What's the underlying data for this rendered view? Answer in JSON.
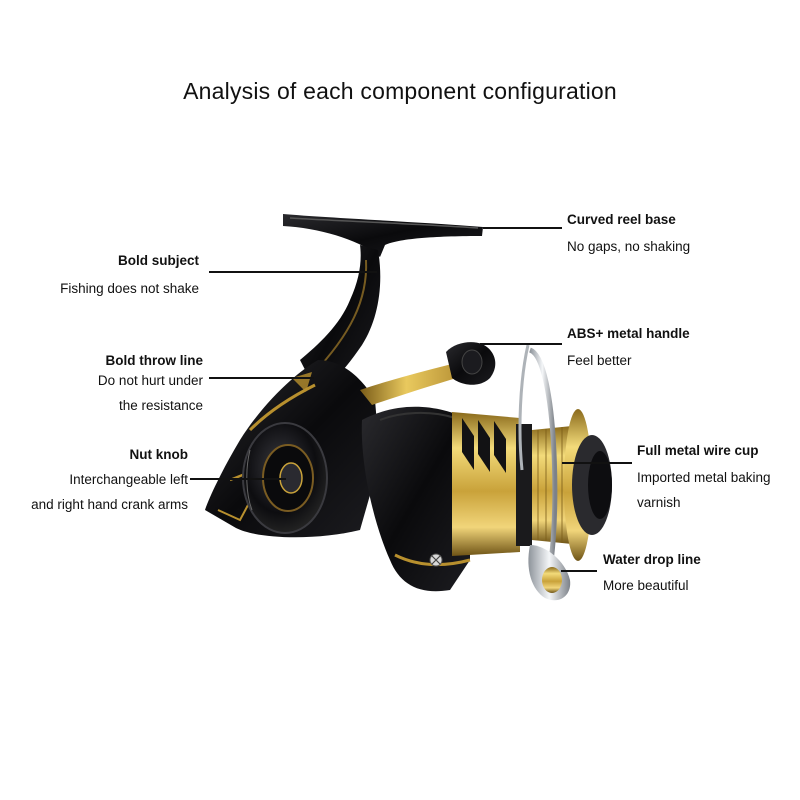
{
  "title": "Analysis of each component configuration",
  "components": [
    {
      "name": "Curved reel base",
      "desc": [
        "No gaps, no shaking"
      ]
    },
    {
      "name": "Bold subject",
      "desc": [
        "Fishing does not shake"
      ]
    },
    {
      "name": "ABS+ metal handle",
      "desc": [
        "Feel better"
      ]
    },
    {
      "name": "Bold throw line",
      "desc": [
        "Do not hurt under",
        "the resistance"
      ]
    },
    {
      "name": "Full metal wire cup",
      "desc": [
        "Imported metal baking",
        "varnish"
      ]
    },
    {
      "name": "Nut knob",
      "desc": [
        "Interchangeable left",
        "and right hand crank arms"
      ]
    },
    {
      "name": "Water drop line",
      "desc": [
        "More beautiful"
      ]
    }
  ],
  "colors": {
    "body": "#0b0b0d",
    "gold": "#c9a23a",
    "chrome": "#c8ccd2",
    "line": "#111111"
  },
  "product_icon": "spinning-fishing-reel"
}
